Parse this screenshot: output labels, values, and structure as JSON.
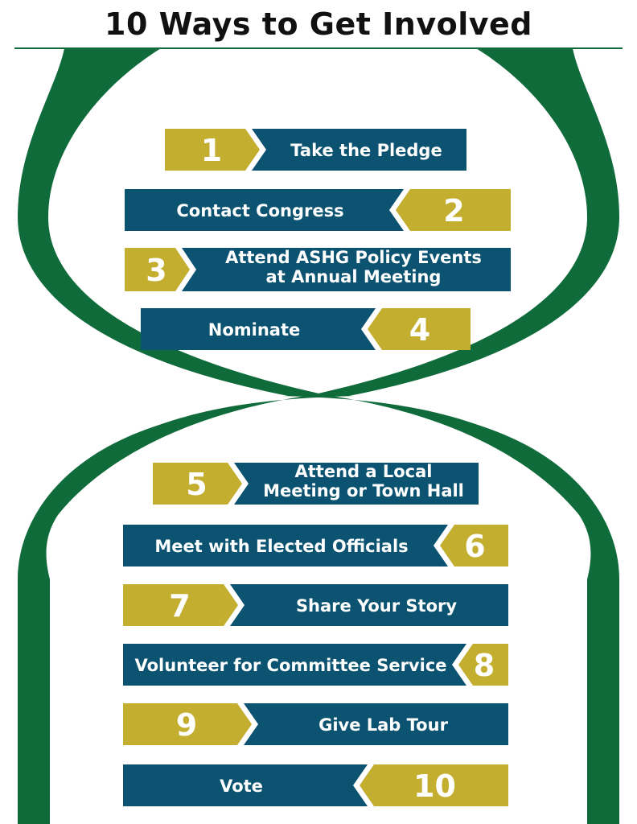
{
  "title": "10 Ways to Get Involved",
  "colors": {
    "helix_green": "#106b3b",
    "navy": "#0b5370",
    "gold": "#c3ae30",
    "text_white": "#ffffff",
    "title_black": "#111111"
  },
  "steps": [
    {
      "number": "1",
      "lines": [
        "Take the Pledge"
      ]
    },
    {
      "number": "2",
      "lines": [
        "Contact Congress"
      ]
    },
    {
      "number": "3",
      "lines": [
        "Attend ASHG Policy Events",
        "at Annual Meeting"
      ]
    },
    {
      "number": "4",
      "lines": [
        "Nominate"
      ]
    },
    {
      "number": "5",
      "lines": [
        "Attend a Local",
        "Meeting or Town Hall"
      ]
    },
    {
      "number": "6",
      "lines": [
        "Meet with Elected Officials"
      ]
    },
    {
      "number": "7",
      "lines": [
        "Share Your Story"
      ]
    },
    {
      "number": "8",
      "lines": [
        "Volunteer for Committee Service"
      ]
    },
    {
      "number": "9",
      "lines": [
        "Give Lab Tour"
      ]
    },
    {
      "number": "10",
      "lines": [
        "Vote"
      ]
    }
  ]
}
